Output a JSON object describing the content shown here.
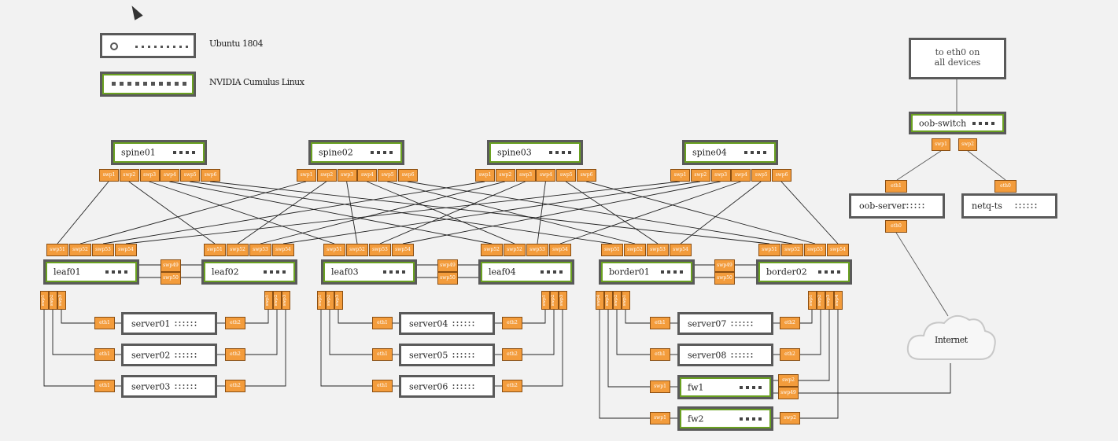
{
  "legend": {
    "ubuntu": "Ubuntu 1804",
    "cumulus": "NVIDIA Cumulus Linux"
  },
  "oob": {
    "note": "to eth0 on\nall devices",
    "switch": "oob-switch",
    "server": "oob-server",
    "netq": "netq-ts",
    "switch_ports": [
      "swp1",
      "swp2"
    ],
    "server_port_top": "eth1",
    "server_port_bottom": "eth0",
    "netq_port": "eth0"
  },
  "internet": "Internet",
  "spines": [
    {
      "name": "spine01",
      "ports": [
        "swp1",
        "swp2",
        "swp3",
        "swp4",
        "swp5",
        "swp6"
      ]
    },
    {
      "name": "spine02",
      "ports": [
        "swp1",
        "swp2",
        "swp3",
        "swp4",
        "swp5",
        "swp6"
      ]
    },
    {
      "name": "spine03",
      "ports": [
        "swp1",
        "swp2",
        "swp3",
        "swp4",
        "swp5",
        "swp6"
      ]
    },
    {
      "name": "spine04",
      "ports": [
        "swp1",
        "swp2",
        "swp3",
        "swp4",
        "swp5",
        "swp6"
      ]
    }
  ],
  "leafs": [
    {
      "name": "leaf01",
      "up": [
        "swp51",
        "swp52",
        "swp53",
        "swp54"
      ],
      "down": [
        "swp1",
        "swp2",
        "swp3"
      ]
    },
    {
      "name": "leaf02",
      "up": [
        "swp51",
        "swp52",
        "swp53",
        "swp54"
      ],
      "down": [
        "swp1",
        "swp2",
        "swp3"
      ]
    },
    {
      "name": "leaf03",
      "up": [
        "swp51",
        "swp52",
        "swp53",
        "swp54"
      ],
      "down": [
        "swp1",
        "swp2",
        "swp3"
      ]
    },
    {
      "name": "leaf04",
      "up": [
        "swp52",
        "swp52",
        "swp53",
        "swp54"
      ],
      "down": [
        "swp1",
        "swp2",
        "swp3"
      ]
    },
    {
      "name": "border01",
      "up": [
        "swp51",
        "swp52",
        "swp53",
        "swp54"
      ],
      "down": [
        "swp4",
        "swp3",
        "swp2",
        "swp1"
      ]
    },
    {
      "name": "border02",
      "up": [
        "swp51",
        "swp52",
        "swp53",
        "swp54"
      ],
      "down": [
        "swp1",
        "swp2",
        "swp3",
        "swp4"
      ]
    }
  ],
  "peerlinks": [
    "swp49",
    "swp50"
  ],
  "servers": [
    {
      "name": "server01",
      "left": "eth1",
      "right": "eth2"
    },
    {
      "name": "server02",
      "left": "eth1",
      "right": "eth2"
    },
    {
      "name": "server03",
      "left": "eth1",
      "right": "eth2"
    },
    {
      "name": "server04",
      "left": "eth1",
      "right": "eth2"
    },
    {
      "name": "server05",
      "left": "eth1",
      "right": "eth2"
    },
    {
      "name": "server06",
      "left": "eth1",
      "right": "eth2"
    },
    {
      "name": "server07",
      "left": "eth1",
      "right": "eth2"
    },
    {
      "name": "server08",
      "left": "eth1",
      "right": "eth2"
    }
  ],
  "firewalls": [
    {
      "name": "fw1",
      "left": "swp1",
      "right_top": "swp2",
      "right_bottom": "swp49"
    },
    {
      "name": "fw2",
      "left": "swp1",
      "right": "swp2"
    }
  ],
  "colors": {
    "accent": "#6aa121",
    "port": "#f39c3c",
    "frame": "#5a5a5a"
  },
  "icons": [
    "cursor-icon",
    "cloud-icon"
  ]
}
